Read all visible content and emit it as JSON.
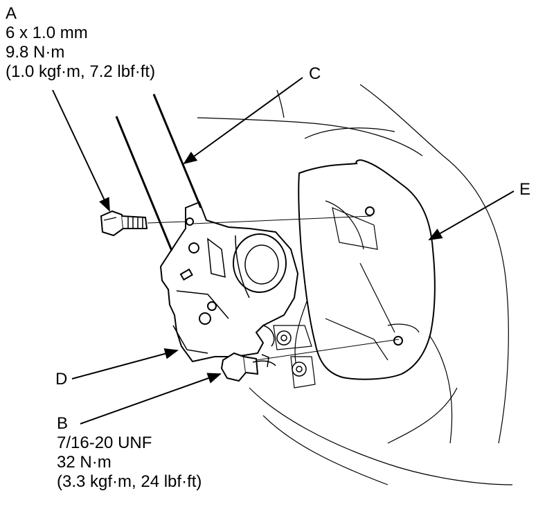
{
  "labels": {
    "A": {
      "letter": "A",
      "size": "6 x 1.0 mm",
      "torque_nm": "9.8 N·m",
      "torque_alt": "(1.0 kgf·m, 7.2 lbf·ft)"
    },
    "B": {
      "letter": "B",
      "size": "7/16-20 UNF",
      "torque_nm": "32 N·m",
      "torque_alt": "(3.3 kgf·m, 24 lbf·ft)"
    },
    "C": {
      "letter": "C"
    },
    "D": {
      "letter": "D"
    },
    "E": {
      "letter": "E"
    }
  }
}
